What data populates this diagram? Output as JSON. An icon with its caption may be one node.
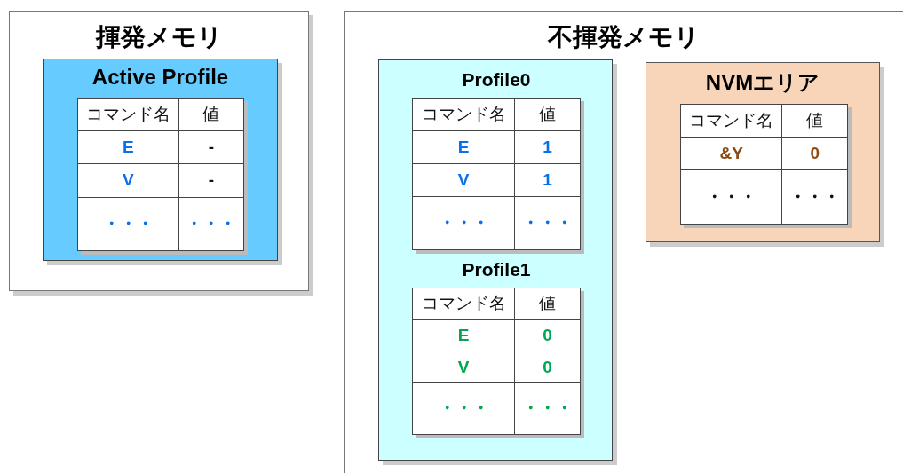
{
  "diagram": {
    "nodes": [
      {
        "text": [
          "揮発メモリ"
        ]
      },
      {
        "text": [
          "Active Profile"
        ],
        "in": 0
      },
      {
        "text": [
          "コマンド名",
          "値",
          "E",
          "-",
          "V",
          "-",
          "・・・",
          "・・・"
        ],
        "in": 1
      },
      {
        "text": [
          "不揮発メモリ"
        ]
      },
      {
        "text": [],
        "shape": "box",
        "in": 3
      },
      {
        "text": [
          "Profile0",
          "コマンド名",
          "値",
          "E",
          "1",
          "V",
          "1",
          "・・・",
          "・・・"
        ],
        "in": 4
      },
      {
        "text": [
          "Profile1",
          "コマンド名",
          "値",
          "E",
          "0",
          "V",
          "0",
          "・・・",
          "・・・"
        ],
        "in": 4
      },
      {
        "text": [
          "NVMエリア"
        ],
        "in": 3
      },
      {
        "text": [
          "コマンド名",
          "値",
          "&Y",
          "0",
          "・・・",
          "・・・"
        ],
        "in": 7
      }
    ]
  }
}
